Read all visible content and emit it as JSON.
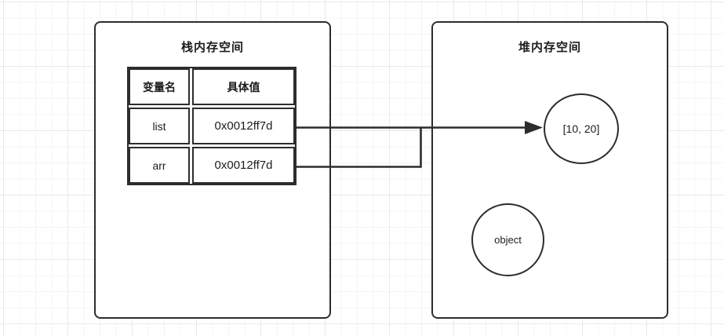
{
  "diagram": {
    "stack_box": {
      "title": "栈内存空间"
    },
    "heap_box": {
      "title": "堆内存空间"
    },
    "variables_table": {
      "headers": [
        "变量名",
        "具体值"
      ],
      "rows": [
        {
          "name": "list",
          "value": "0x0012ff7d"
        },
        {
          "name": "arr",
          "value": "0x0012ff7d"
        }
      ]
    },
    "heap_nodes": [
      {
        "label": "[10, 20]"
      },
      {
        "label": "object"
      }
    ],
    "colors": {
      "line": "#2d2d2d",
      "text": "#1c1c1c",
      "background": "#ffffff",
      "grid_minor": "#f4f4f4",
      "grid_major": "#e9e9e9"
    }
  }
}
